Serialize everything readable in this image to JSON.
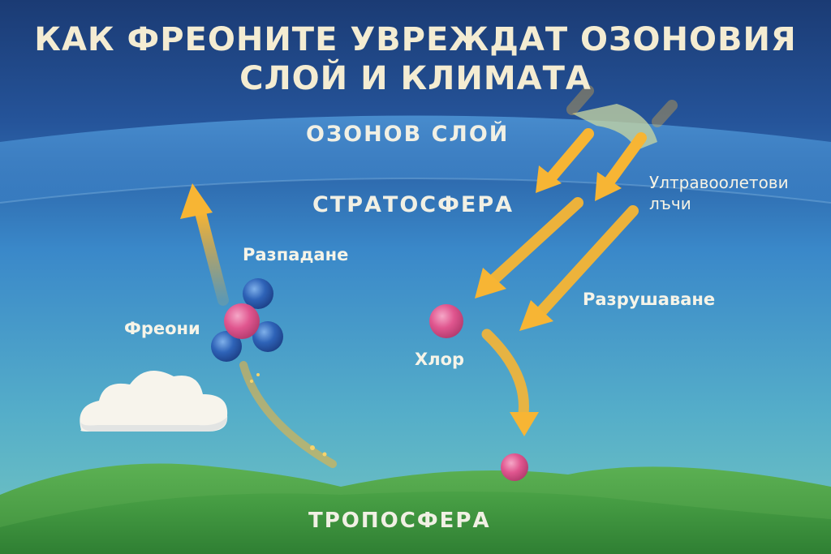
{
  "title": {
    "line1": "КАК ФРЕОНИТЕ УВРЕЖДАТ ОЗОНОВИЯ",
    "line2": "СЛОЙ И КЛИМАТА"
  },
  "layers": {
    "ozone": "ОЗОНОВ СЛОЙ",
    "stratosphere": "СТРАТОСФЕРА",
    "troposphere": "ТРОПОСФЕРА"
  },
  "labels": {
    "uv_rays": "Ултравоолетови лъчи",
    "decay": "Разпадане",
    "freons": "Фреони",
    "chlorine": "Хлор",
    "destruction": "Разрушаване"
  },
  "colors": {
    "sky_top": "#1d3f7a",
    "sky_mid": "#3a86c8",
    "sky_low": "#6cc1c8",
    "hills": "#3f9a3c",
    "arrow": "#f7b534",
    "chlorine": "#e0568f",
    "freon_atom": "#2e63b8",
    "ozone_band": "#6fa3d8"
  }
}
